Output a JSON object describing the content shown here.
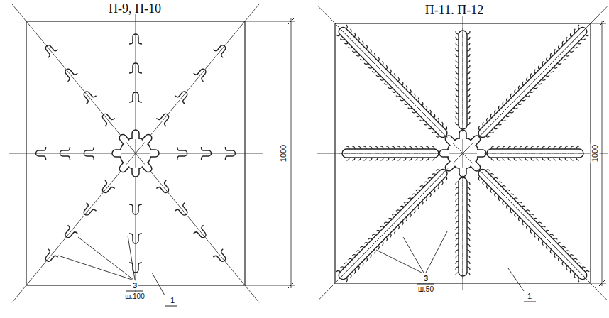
{
  "diagram": {
    "labels": [
      "П-9, П-10",
      "1000",
      "3",
      "ш.100",
      "1",
      "П-11. П-12",
      "1000",
      "3",
      "ш.50",
      "1"
    ]
  }
}
